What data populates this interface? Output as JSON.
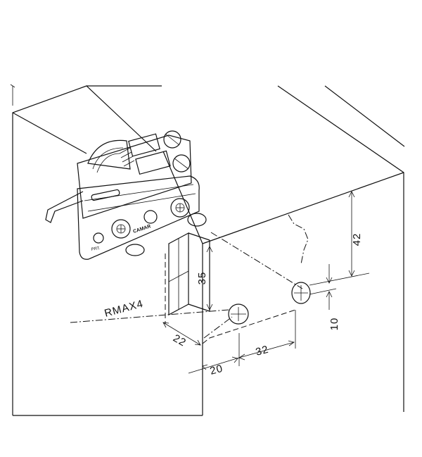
{
  "drawing": {
    "brand_label": "CAMAR",
    "plate_marking": "PRT.",
    "dimensions": {
      "height_42": "42",
      "height_35": "35",
      "radius_label": "RMAX4",
      "dim_22": "22",
      "dim_20": "20",
      "dim_32": "32",
      "dim_10": "10"
    }
  }
}
